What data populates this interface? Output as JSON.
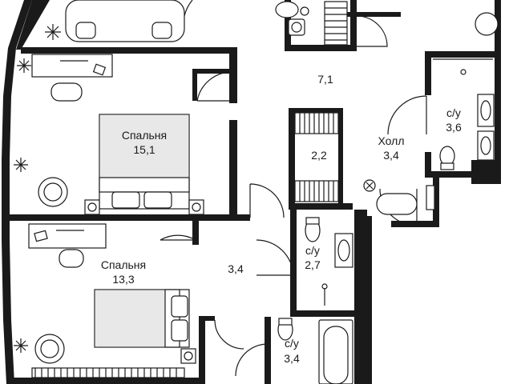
{
  "rooms": {
    "bedroom1": {
      "name": "Спальня",
      "area": "15,1"
    },
    "bedroom2": {
      "name": "Спальня",
      "area": "13,3"
    },
    "corridor_top": {
      "area": "7,1"
    },
    "closet": {
      "area": "2,2"
    },
    "hall": {
      "name": "Холл",
      "area": "3,4"
    },
    "bath_top_right": {
      "name": "с/у",
      "area": "3,6"
    },
    "bath_middle": {
      "name": "с/у",
      "area": "2,7"
    },
    "corridor_mid": {
      "area": "3,4"
    },
    "bath_bottom": {
      "name": "с/у",
      "area": "3,4"
    }
  },
  "colors": {
    "wall": "#1a1a1a",
    "background": "#ffffff"
  }
}
